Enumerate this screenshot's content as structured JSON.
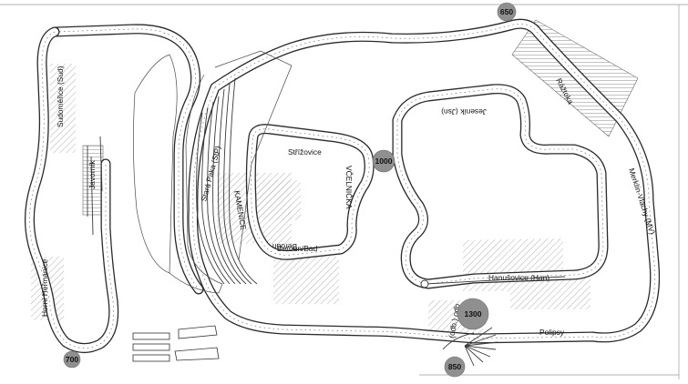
{
  "diagram": {
    "stations": [
      {
        "id": "sudomerice",
        "text": "Sudoměřice (Sud)"
      },
      {
        "id": "javornik",
        "text": "Javorník"
      },
      {
        "id": "horni-helmanice",
        "text": "Horní Heřmanice"
      },
      {
        "id": "stara-paka",
        "text": "Stará Paka (StP)"
      },
      {
        "id": "kamenice",
        "text": "KAMENICE"
      },
      {
        "id": "strizovice",
        "text": "Střížovice"
      },
      {
        "id": "vcelnicka",
        "text": "VČELNIČKA"
      },
      {
        "id": "beroun",
        "text": "Beroun"
      },
      {
        "id": "berousbad",
        "text": "Beroun/Bad"
      },
      {
        "id": "jesenik",
        "text": "Jeseník (Jsn)"
      },
      {
        "id": "raztoka",
        "text": "Rážtoka"
      },
      {
        "id": "merklin",
        "text": "Merklín-Vlachy (MV)"
      },
      {
        "id": "hanusovice",
        "text": "Hanušovice (Han)"
      },
      {
        "id": "polipsy",
        "text": "Polipsy"
      },
      {
        "id": "odb",
        "text": "(odb.) odb"
      }
    ],
    "markers": [
      {
        "id": "m650",
        "value": "650"
      },
      {
        "id": "m1000",
        "value": "1000"
      },
      {
        "id": "m1300",
        "value": "1300"
      },
      {
        "id": "m700",
        "value": "700"
      },
      {
        "id": "m850",
        "value": "850"
      }
    ]
  }
}
